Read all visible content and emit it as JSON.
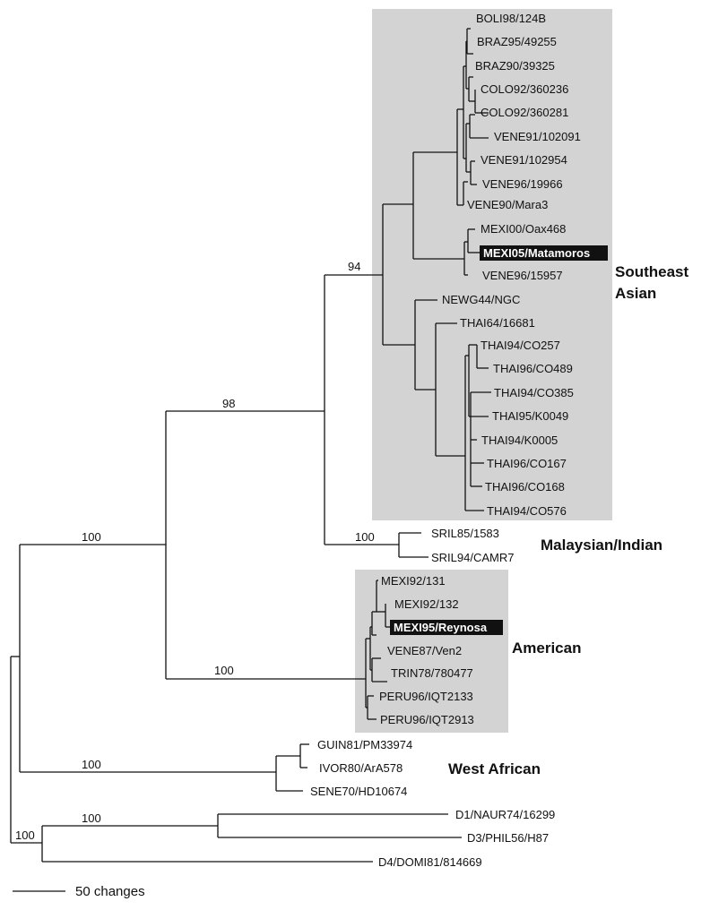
{
  "taxa": {
    "boli98": "BOLI98/124B",
    "braz95": "BRAZ95/49255",
    "braz90": "BRAZ90/39325",
    "colo92a": "COLO92/360236",
    "colo92b": "COLO92/360281",
    "vene91a": "VENE91/102091",
    "vene91b": "VENE91/102954",
    "vene96a": "VENE96/19966",
    "vene90": "VENE90/Mara3",
    "mexi00": "MEXI00/Oax468",
    "mexi05": "MEXI05/Matamoros",
    "vene96b": "VENE96/15957",
    "newg44": "NEWG44/NGC",
    "thai64": "THAI64/16681",
    "thai94a": "THAI94/CO257",
    "thai96a": "THAI96/CO489",
    "thai94b": "THAI94/CO385",
    "thai95": "THAI95/K0049",
    "thai94c": "THAI94/K0005",
    "thai96b": "THAI96/CO167",
    "thai96c": "THAI96/CO168",
    "thai94d": "THAI94/CO576",
    "sril85": "SRIL85/1583",
    "sril94": "SRIL94/CAMR7",
    "mexi92a": "MEXI92/131",
    "mexi92b": "MEXI92/132",
    "mexi95": "MEXI95/Reynosa",
    "vene87": "VENE87/Ven2",
    "trin78": "TRIN78/780477",
    "peru96a": "PERU96/IQT2133",
    "peru96b": "PERU96/IQT2913",
    "guin81": "GUIN81/PM33974",
    "ivor80": "IVOR80/ArA578",
    "sene70": "SENE70/HD10674",
    "d1": "D1/NAUR74/16299",
    "d3": "D3/PHIL56/H87",
    "d4": "D4/DOMI81/814669"
  },
  "highlighted": [
    "MEXI05/Matamoros",
    "MEXI95/Reynosa"
  ],
  "bootstrap": {
    "southeast_asian": "94",
    "sea_ind": "98",
    "ingroup": "100",
    "malaysian_indian": "100",
    "american": "100",
    "west_african": "100",
    "outgroup": "100",
    "root": "100"
  },
  "clades": {
    "southeast_asian_line1": "Southeast",
    "southeast_asian_line2": "Asian",
    "malaysian_indian": "Malaysian/Indian",
    "american": "American",
    "west_african": "West African"
  },
  "scale_bar": {
    "label": "50 changes"
  },
  "colors": {
    "clade_box": "#d3d3d3",
    "highlight_bg": "#111111",
    "highlight_text": "#ffffff",
    "branch": "#111111"
  }
}
